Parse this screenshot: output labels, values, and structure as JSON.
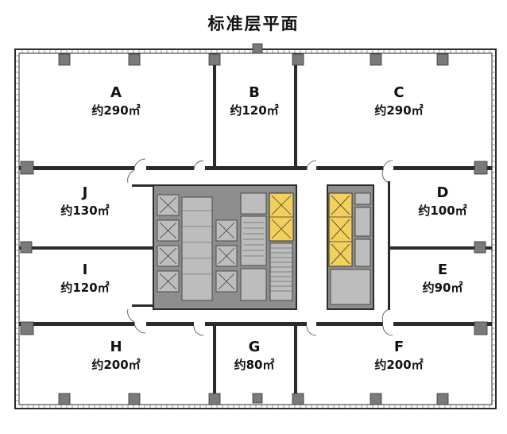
{
  "title": "标准层平面",
  "units": [
    {
      "id": "A",
      "letter": "A",
      "area": "约290㎡"
    },
    {
      "id": "B",
      "letter": "B",
      "area": "约120㎡"
    },
    {
      "id": "C",
      "letter": "C",
      "area": "约290㎡"
    },
    {
      "id": "D",
      "letter": "D",
      "area": "约100㎡"
    },
    {
      "id": "E",
      "letter": "E",
      "area": "约90㎡"
    },
    {
      "id": "F",
      "letter": "F",
      "area": "约200㎡"
    },
    {
      "id": "G",
      "letter": "G",
      "area": "约80㎡"
    },
    {
      "id": "H",
      "letter": "H",
      "area": "约200㎡"
    },
    {
      "id": "I",
      "letter": "I",
      "area": "约120㎡"
    },
    {
      "id": "J",
      "letter": "J",
      "area": "约130㎡"
    }
  ],
  "colors": {
    "wall": "#2b2b2b",
    "core": "#8e8e8e",
    "core_room": "#bdbdbd",
    "elevator_highlight": "#f2d05a",
    "column": "#7a7a7a"
  }
}
